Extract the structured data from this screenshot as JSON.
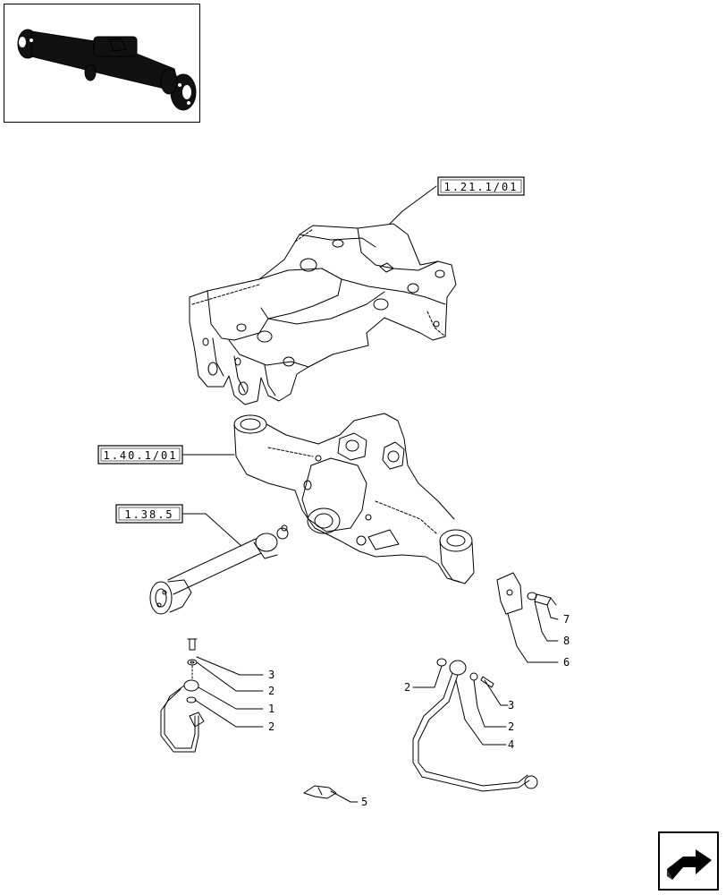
{
  "references": {
    "ref_a": "1.21.1/01",
    "ref_b": "1.40.1/01",
    "ref_c": "1.38.5"
  },
  "callouts": {
    "left_hose": [
      "3",
      "2",
      "1",
      "2"
    ],
    "right_hose": [
      "2",
      "3",
      "2",
      "4"
    ],
    "bracket": [
      "7",
      "8",
      "6"
    ],
    "clip": "5"
  },
  "icons": {
    "thumbnail": "axle-thumbnail-icon",
    "navigation": "next-page-arrow-icon"
  }
}
